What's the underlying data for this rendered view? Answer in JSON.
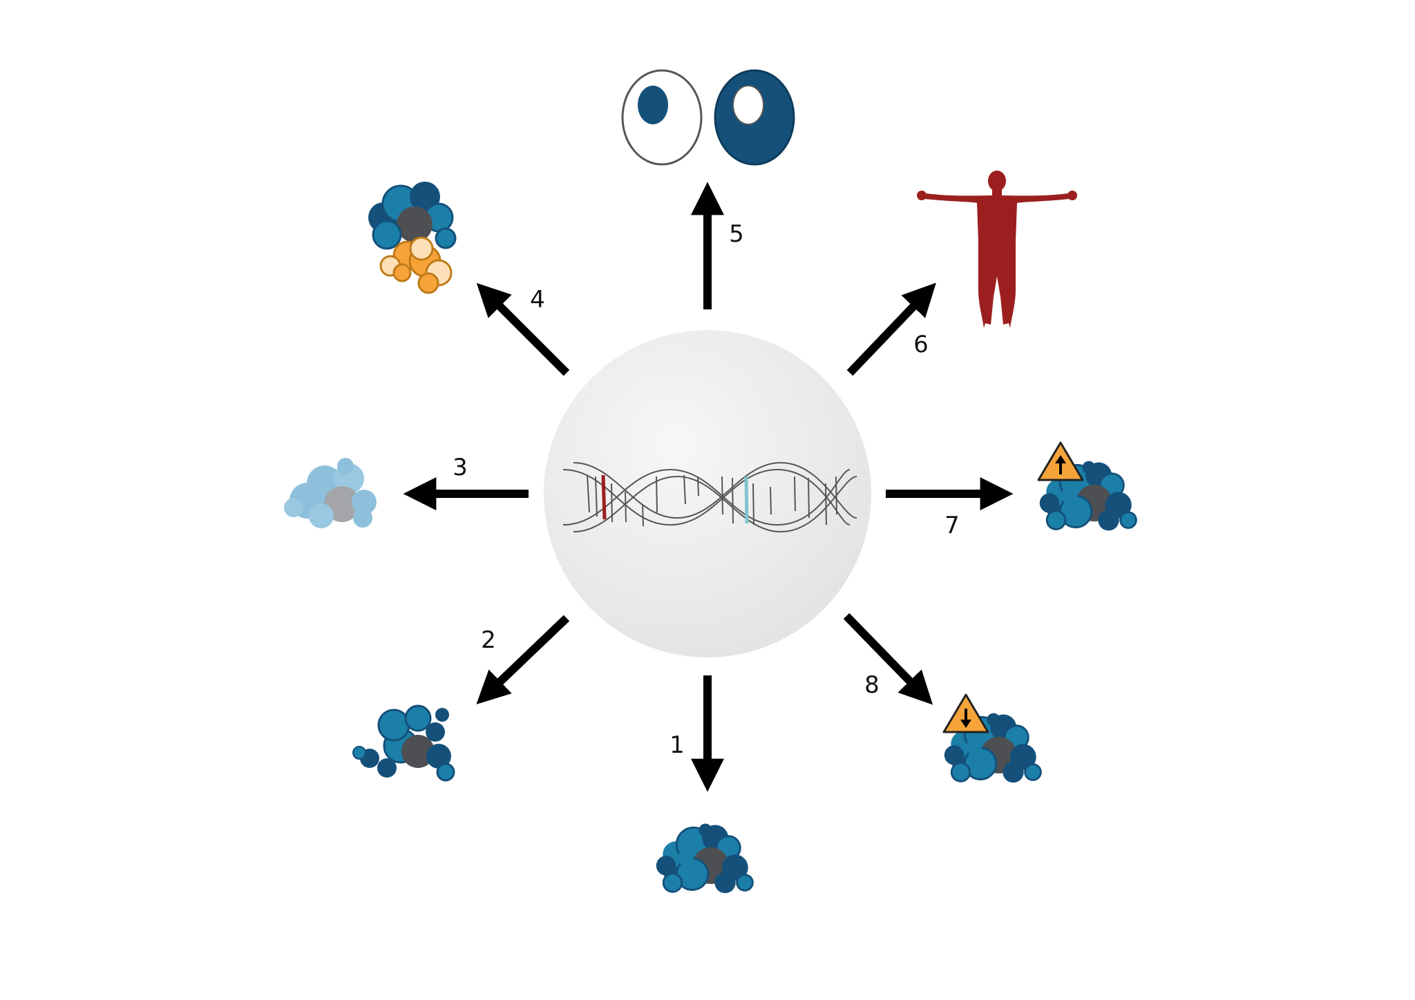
{
  "diagram": {
    "center": {
      "icon": "dna-double-helix-icon",
      "mutation_marks": [
        "red-base-pair",
        "teal-base-pair"
      ]
    },
    "arrows": [
      {
        "label": "1",
        "target": "folded-protein-icon"
      },
      {
        "label": "2",
        "target": "misfolded-protein-icon"
      },
      {
        "label": "3",
        "target": "faded-protein-icon"
      },
      {
        "label": "4",
        "target": "protein-binding-partner-icon"
      },
      {
        "label": "5",
        "target": "cell-nucleus-icon"
      },
      {
        "label": "6",
        "target": "human-body-icon"
      },
      {
        "label": "7",
        "target": "protein-activity-up-icon"
      },
      {
        "label": "8",
        "target": "protein-activity-down-icon"
      }
    ]
  },
  "colors": {
    "protein_dark": "#14507a",
    "protein_mid": "#1b7fa8",
    "protein_core": "#4d4f52",
    "protein_faded": "#8ec0dc",
    "partner_orange": "#f6a43a",
    "partner_light": "#fde0b8",
    "human_red": "#9c1f1f",
    "warning_yellow": "#f6a43a",
    "arrow": "#000000"
  }
}
